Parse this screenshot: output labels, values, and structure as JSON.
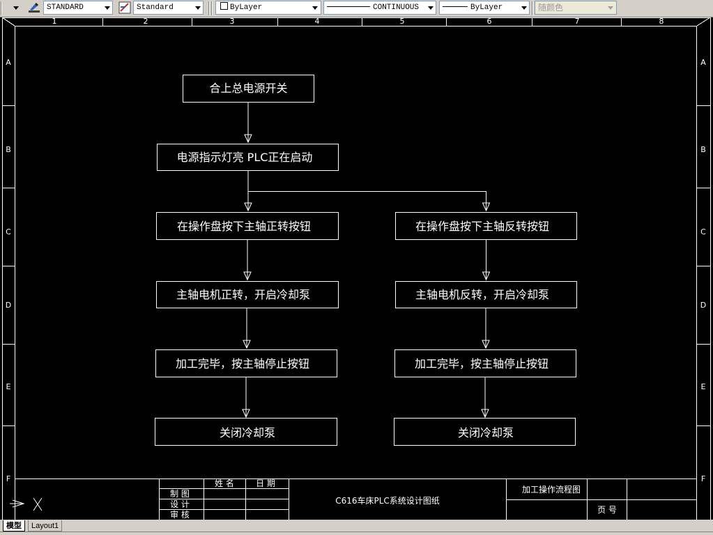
{
  "toolbar": {
    "text_style": "STANDARD",
    "dim_style": "Standard",
    "layer": "ByLayer",
    "linetype": "CONTINUOUS",
    "lineweight": "ByLayer",
    "plot_style": "随颜色"
  },
  "frame": {
    "columns": [
      "1",
      "2",
      "3",
      "4",
      "5",
      "6",
      "7",
      "8"
    ],
    "rows": [
      "A",
      "B",
      "C",
      "D",
      "E",
      "F"
    ]
  },
  "flowchart": {
    "start": "合上总电源开关",
    "step2": "电源指示灯亮 PLC正在启动",
    "left": {
      "press": "在操作盘按下主轴正转按钮",
      "run": "主轴电机正转，开启冷却泵",
      "finish": "加工完毕，按主轴停止按钮",
      "stop": "关闭冷却泵"
    },
    "right": {
      "press": "在操作盘按下主轴反转按钮",
      "run": "主轴电机反转，开启冷却泵",
      "finish": "加工完毕，按主轴停止按钮",
      "stop": "关闭冷却泵"
    }
  },
  "title_block": {
    "name_header": "姓 名",
    "date_header": "日 期",
    "drawn": "制 图",
    "design": "设 计",
    "review": "审 核",
    "project_title": "C616车床PLC系统设计图纸",
    "drawing_name": "加工操作流程图",
    "page_no": "页 号"
  },
  "tabs": {
    "model": "模型",
    "layout1": "Layout1"
  }
}
